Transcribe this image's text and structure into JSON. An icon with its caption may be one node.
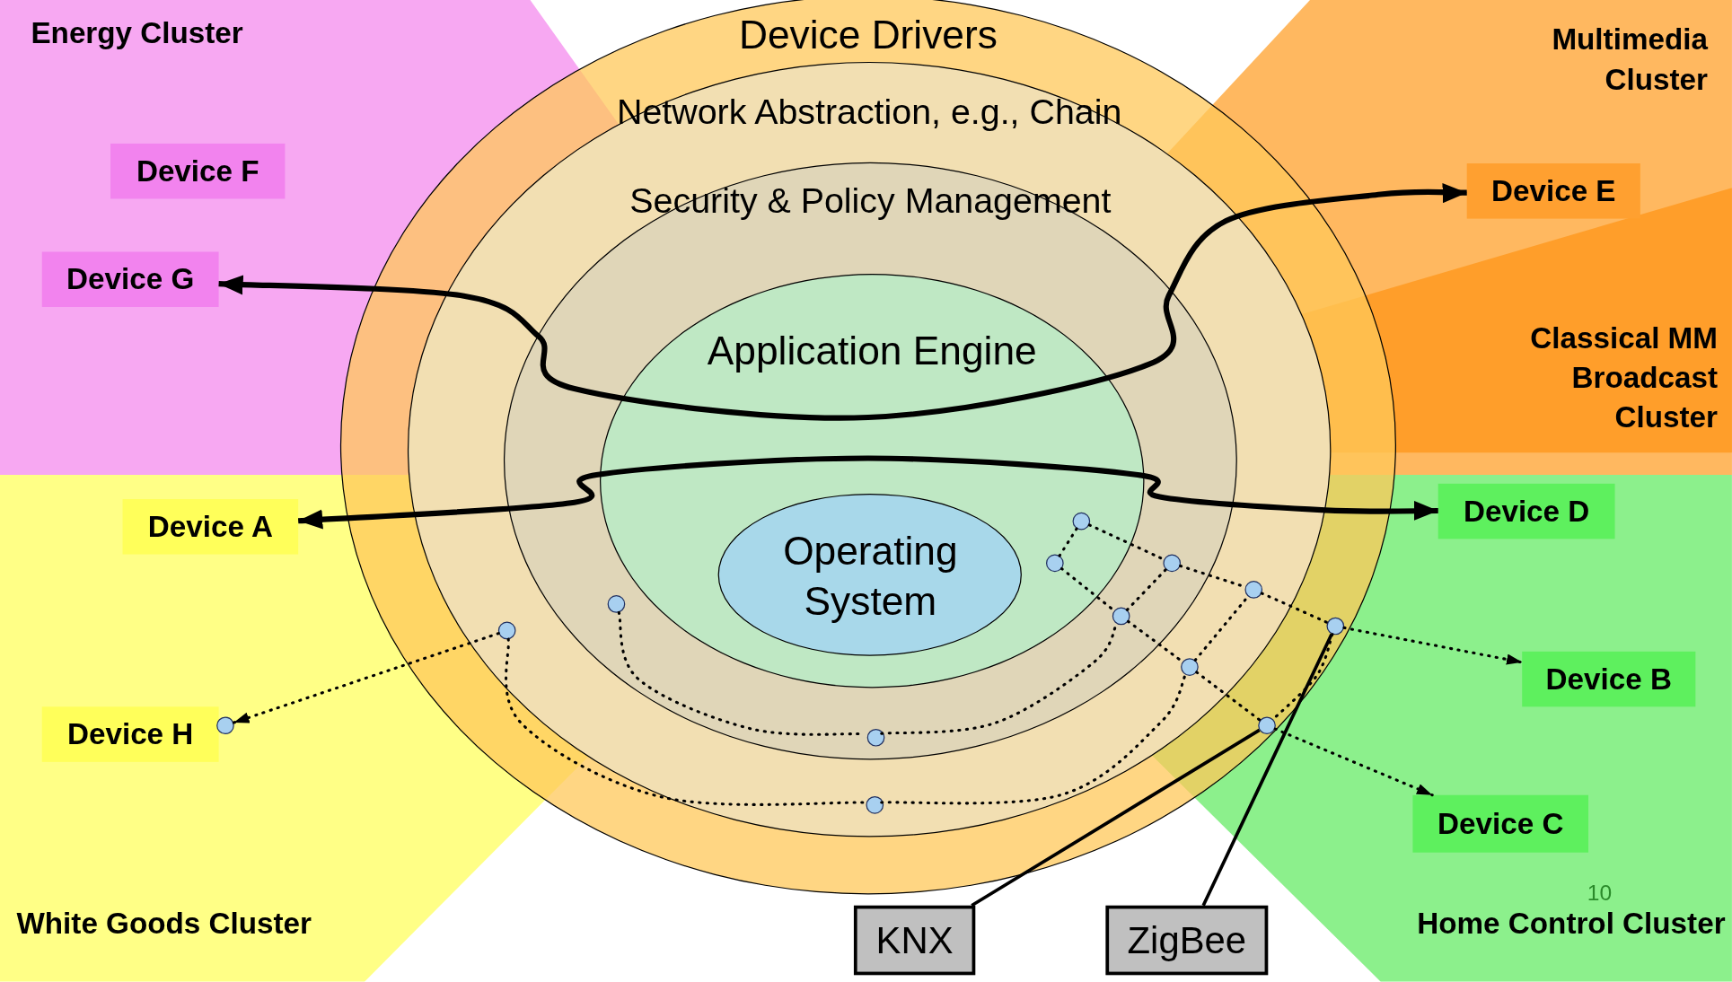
{
  "diagram": {
    "nodes": [
      {
        "text": [
          "Energy Cluster"
        ]
      },
      {
        "text": [
          "Multimedia Cluster"
        ]
      },
      {
        "text": [
          "Classical MM Broadcast Cluster"
        ],
        "in": 1
      },
      {
        "text": [
          "White Goods Cluster"
        ]
      },
      {
        "text": [
          "Home Control Cluster"
        ]
      },
      {
        "text": [
          "Device Drivers"
        ]
      },
      {
        "text": [
          "Network Abstraction, e.g., Chain"
        ],
        "in": 5
      },
      {
        "text": [
          "Security & Policy Management"
        ],
        "in": 6
      },
      {
        "text": [
          "Application Engine"
        ],
        "in": 7
      },
      {
        "text": [
          "Operating System"
        ],
        "in": 8
      },
      {
        "text": [
          "Device F"
        ],
        "in": 0
      },
      {
        "text": [
          "Device G"
        ],
        "in": 0
      },
      {
        "text": [
          "Device E"
        ],
        "in": 1
      },
      {
        "text": [
          "Device A"
        ],
        "in": 3
      },
      {
        "text": [
          "Device D"
        ],
        "in": 4
      },
      {
        "text": [
          "Device H"
        ],
        "in": 3
      },
      {
        "text": [
          "Device B"
        ],
        "in": 4
      },
      {
        "text": [
          "Device C"
        ],
        "in": 4
      },
      {
        "text": [
          "KNX"
        ]
      },
      {
        "text": [
          "ZigBee"
        ]
      },
      {
        "text": [],
        "shape": "circle"
      },
      {
        "text": [],
        "shape": "circle"
      },
      {
        "text": [],
        "shape": "circle"
      },
      {
        "text": [],
        "shape": "circle"
      },
      {
        "text": [],
        "shape": "circle"
      },
      {
        "text": [],
        "shape": "circle"
      },
      {
        "text": [],
        "shape": "circle"
      },
      {
        "text": [],
        "shape": "circle"
      },
      {
        "text": [],
        "shape": "circle"
      },
      {
        "text": [],
        "shape": "circle"
      },
      {
        "text": [],
        "shape": "circle",
        "in": 3
      },
      {
        "text": [],
        "shape": "circle",
        "in": 7
      },
      {
        "text": [],
        "shape": "circle",
        "in": 6
      }
    ],
    "edges": [
      {
        "from": 11,
        "to": 12,
        "arrow": "both",
        "style": "thick"
      },
      {
        "from": 13,
        "to": 14,
        "arrow": "both",
        "style": "thick"
      },
      {
        "from": 20,
        "to": 21,
        "arrow": "none",
        "style": "dashed"
      },
      {
        "from": 20,
        "to": 22,
        "arrow": "none",
        "style": "dashed"
      },
      {
        "from": 22,
        "to": 23,
        "arrow": "none",
        "style": "dashed"
      },
      {
        "from": 23,
        "to": 25,
        "arrow": "none",
        "style": "dashed"
      },
      {
        "from": 25,
        "to": 16,
        "arrow": "to",
        "style": "dashed"
      },
      {
        "from": 21,
        "to": 24,
        "arrow": "none",
        "style": "dashed"
      },
      {
        "from": 24,
        "to": 26,
        "arrow": "none",
        "style": "dashed"
      },
      {
        "from": 26,
        "to": 27,
        "arrow": "none",
        "style": "dashed"
      },
      {
        "from": 27,
        "to": 17,
        "arrow": "to",
        "style": "dashed"
      },
      {
        "from": 29,
        "to": 31,
        "arrow": "none",
        "style": "dashed"
      },
      {
        "from": 31,
        "to": 24,
        "arrow": "none",
        "style": "dashed"
      },
      {
        "from": 24,
        "to": 22,
        "arrow": "none",
        "style": "dashed"
      },
      {
        "from": 28,
        "to": 32,
        "arrow": "none",
        "style": "dashed"
      },
      {
        "from": 32,
        "to": 26,
        "arrow": "none",
        "style": "dashed"
      },
      {
        "from": 26,
        "to": 23,
        "arrow": "none",
        "style": "dashed"
      },
      {
        "from": 28,
        "to": 30,
        "arrow": "to",
        "style": "dashed"
      },
      {
        "from": 25,
        "to": 27,
        "arrow": "none",
        "style": "dashed"
      },
      {
        "from": 18,
        "to": 27,
        "arrow": "none"
      },
      {
        "from": 19,
        "to": 25,
        "arrow": "none"
      }
    ],
    "labels": [
      "10"
    ]
  }
}
